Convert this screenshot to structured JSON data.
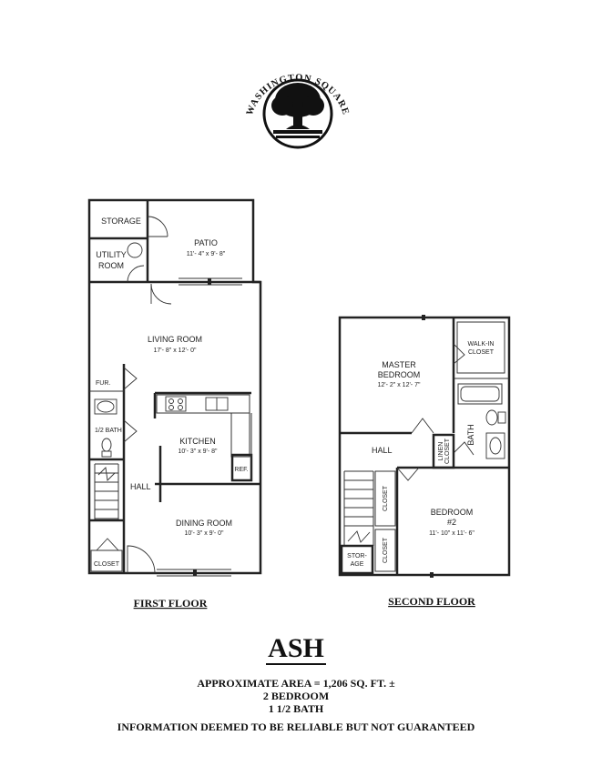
{
  "logo": {
    "text": "WASHINGTON SQUARE"
  },
  "first_floor": {
    "caption": "FIRST FLOOR",
    "rooms": {
      "storage": "STORAGE",
      "utility_1": "UTILITY",
      "utility_2": "ROOM",
      "patio": "PATIO",
      "patio_dim": "11'- 4\" x 9'- 8\"",
      "living": "LIVING ROOM",
      "living_dim": "17'- 8\" x 12'- 0\"",
      "fur": "FUR.",
      "half_bath": "1/2 BATH",
      "kitchen": "KITCHEN",
      "kitchen_dim": "10'- 3\" x 9'- 8\"",
      "ref": "REF.",
      "hall": "HALL",
      "dining": "DINING ROOM",
      "dining_dim": "10'- 3\" x 9'- 0\"",
      "closet": "CLOSET"
    }
  },
  "second_floor": {
    "caption": "SECOND FLOOR",
    "rooms": {
      "master_1": "MASTER",
      "master_2": "BEDROOM",
      "master_dim": "12'- 2\" x 12'- 7\"",
      "walkin_1": "WALK-IN",
      "walkin_2": "CLOSET",
      "hall": "HALL",
      "linen_1": "LINEN",
      "linen_2": "CLOSET",
      "bath": "BATH",
      "closet_1": "CLOSET",
      "closet_2": "CLOSET",
      "bedroom_1": "BEDROOM",
      "bedroom_2": "#2",
      "bedroom_dim": "11'- 10\" x 11'- 6\"",
      "storage_1": "STOR-",
      "storage_2": "AGE"
    }
  },
  "model_name": "ASH",
  "info": {
    "area": "APPROXIMATE AREA = 1,206 SQ. FT. ±",
    "bedrooms": "2 BEDROOM",
    "baths": "1 1/2 BATH",
    "disclaimer": "INFORMATION DEEMED TO BE RELIABLE BUT NOT GUARANTEED"
  }
}
